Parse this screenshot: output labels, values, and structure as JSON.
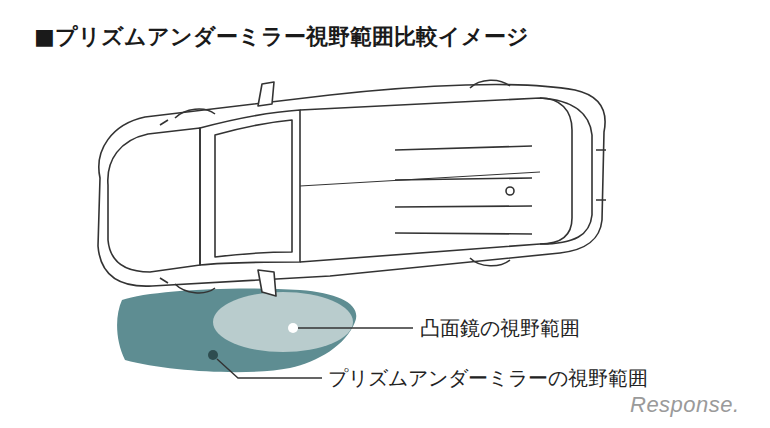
{
  "diagram": {
    "title": "■プリズムアンダーミラー視野範囲比較イメージ",
    "labels": [
      "凸面鏡の視野範囲",
      "プリズムアンダーミラーの視野範囲",
      "Response."
    ]
  }
}
